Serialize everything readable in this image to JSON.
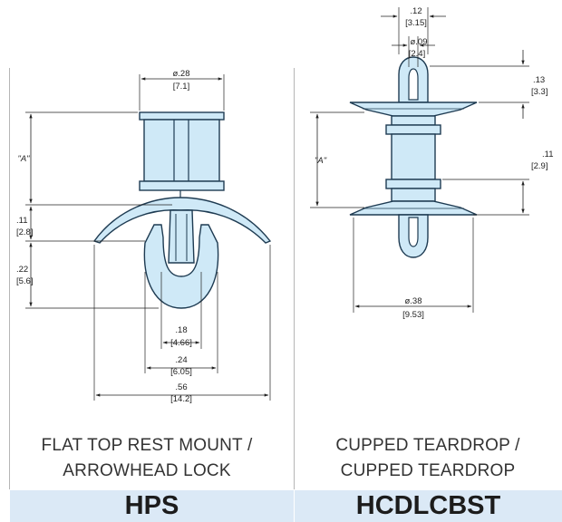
{
  "left": {
    "caption_line1": "FLAT TOP REST MOUNT /",
    "caption_line2": "ARROWHEAD LOCK",
    "model": "HPS",
    "dims": {
      "top_width_in": "ø.28",
      "top_width_mm": "[7.1]",
      "a_label": "\"A\"",
      "gap_in": ".11",
      "gap_mm": "[2.8]",
      "lock_height_in": ".22",
      "lock_height_mm": "[5.6]",
      "inner_width_in": ".18",
      "inner_width_mm": "[4.66]",
      "lock_width_in": ".24",
      "lock_width_mm": "[6.05]",
      "overall_width_in": ".56",
      "overall_width_mm": "[14.2]"
    }
  },
  "right": {
    "caption_line1": "CUPPED TEARDROP /",
    "caption_line2": "CUPPED TEARDROP",
    "model": "HCDLCBST",
    "dims": {
      "head_width_in": ".12",
      "head_width_mm": "[3.15]",
      "slot_width_in": "ø.09",
      "slot_width_mm": "[2.4]",
      "head_height_in": ".13",
      "head_height_mm": "[3.3]",
      "a_label": "\"A\"",
      "flange_gap_in": ".11",
      "flange_gap_mm": "[2.9]",
      "cup_diameter_in": "ø.38",
      "cup_diameter_mm": "[9.53]"
    }
  },
  "colors": {
    "part_fill": "#cfe9f7",
    "part_stroke": "#1e3b52",
    "band": "#dbe9f6"
  }
}
